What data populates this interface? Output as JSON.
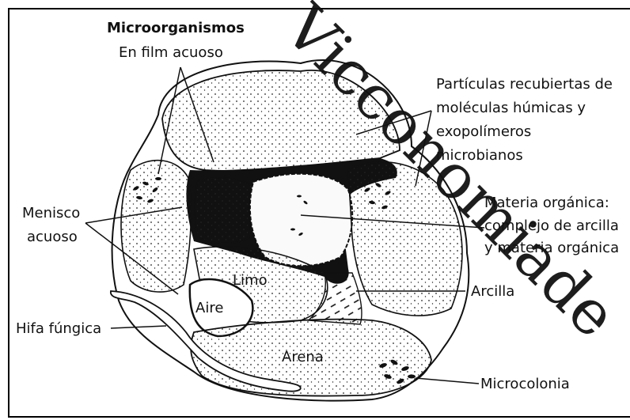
{
  "labels": {
    "microorganismos": "Microorganismos",
    "en_film": "En film acuoso",
    "particulas_1": "Partículas recubiertas de",
    "particulas_2": "moléculas húmicas y",
    "particulas_3": "exopolímeros",
    "particulas_4": "microbianos",
    "materia_1": "Materia orgánica:",
    "materia_2": "complejo de arcilla",
    "materia_3": "y materia orgánica",
    "menisco_1": "Menisco",
    "menisco_2": "acuoso",
    "limo": "Limo",
    "aire": "Aire",
    "arcilla": "Arcilla",
    "hifa": "Hifa fúngica",
    "arena": "Arena",
    "microcolonia": "Microcolonia"
  },
  "watermark": "Vicconomiade",
  "colors": {
    "ink": "#111111",
    "background": "#ffffff"
  }
}
